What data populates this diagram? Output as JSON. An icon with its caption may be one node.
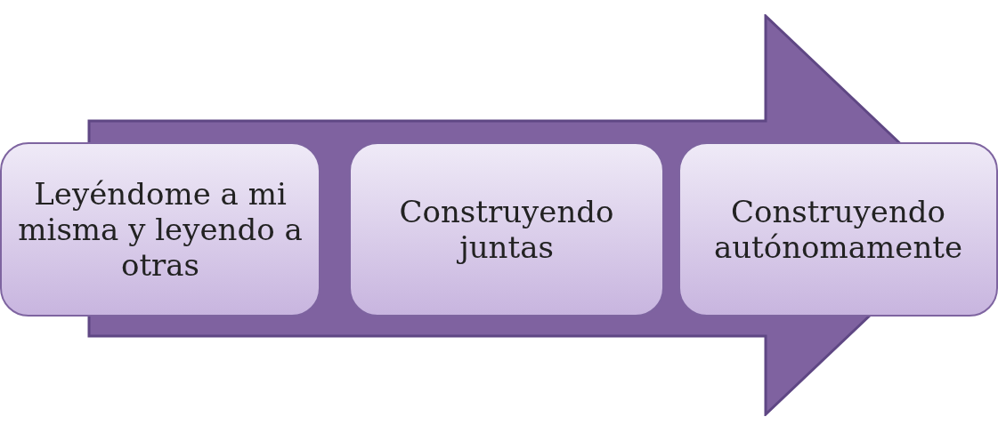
{
  "diagram": {
    "nodes": [
      {
        "text": [],
        "shape": "arrow"
      },
      {
        "text": [
          "Leyéndome a mi misma y leyendo a otras"
        ]
      },
      {
        "text": [
          "Construyendo juntas"
        ],
        "in": 0
      },
      {
        "text": [
          "Construyendo autónomamente"
        ]
      }
    ]
  }
}
